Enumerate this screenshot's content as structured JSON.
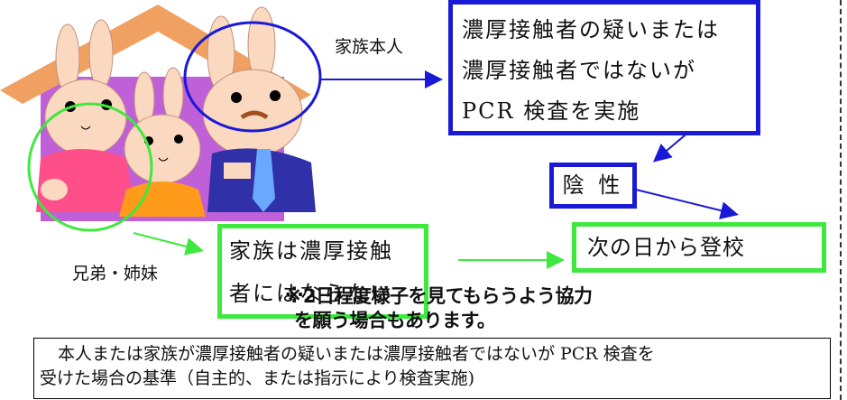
{
  "labels": {
    "family_self": "家族本人",
    "siblings": "兄弟・姉妹"
  },
  "boxes": {
    "pcr_box_lines": [
      "濃厚接触者の疑いまたは",
      "濃厚接触者ではないが",
      "PCR 検査を実施"
    ],
    "negative": "陰 性",
    "family_not_contact_lines": [
      "家族は濃厚接触",
      "者にはならない"
    ],
    "attend_next_day": "次の日から登校"
  },
  "note_lines": [
    "※2日程度様子を見てもらうよう協力",
    "を願う場合もあります。"
  ],
  "footer_lines": [
    "本人または家族が濃厚接触者の疑いまたは濃厚接触者ではないが PCR 検査を",
    "受けた場合の基準（自主的、または指示により検査実施)"
  ],
  "colors": {
    "blue": "#1a1ad6",
    "green": "#3ee83e",
    "house_roof": "#f0a060",
    "house_wall": "#c060d8"
  }
}
